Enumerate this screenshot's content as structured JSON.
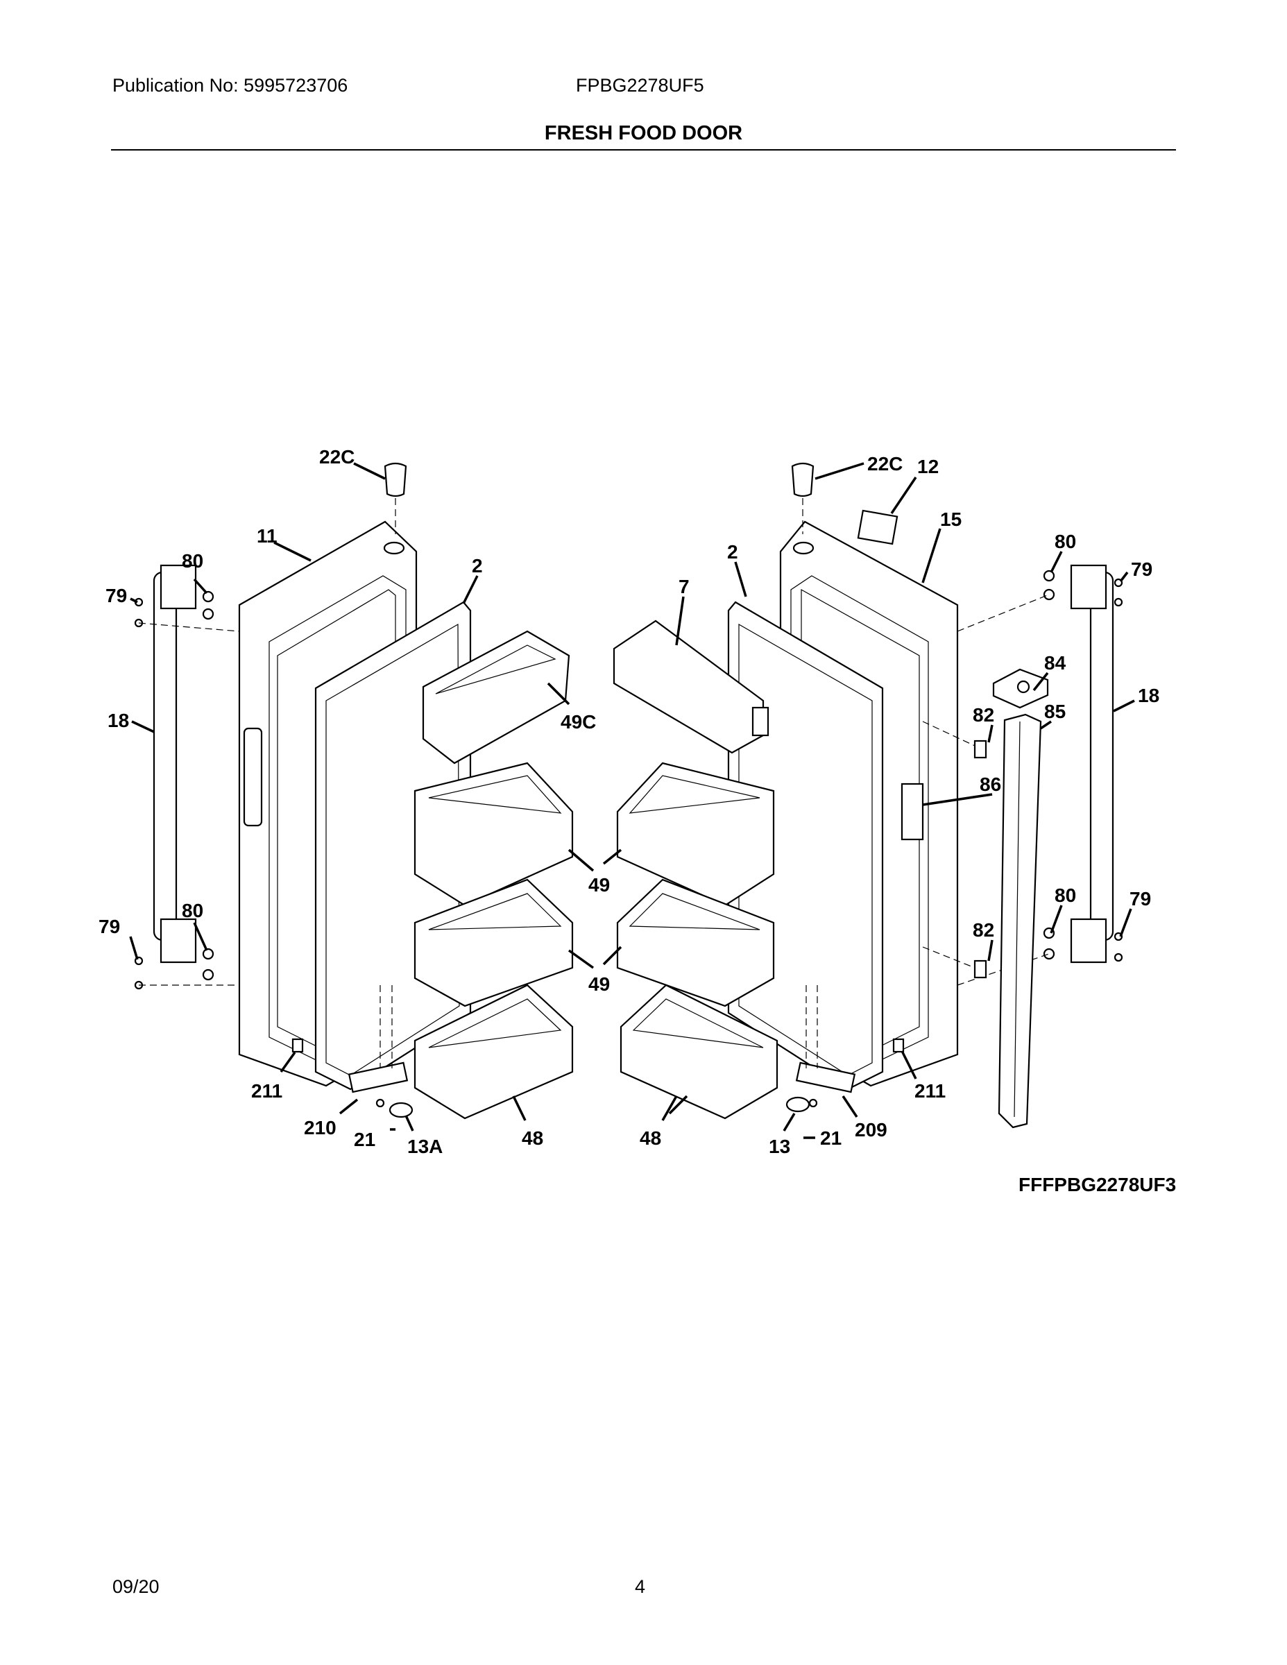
{
  "header": {
    "publication": "Publication No: 5995723706",
    "model": "FPBG2278UF5",
    "title": "FRESH FOOD DOOR"
  },
  "diagram": {
    "figure_id": "FFFPBG2278UF3",
    "callouts": {
      "left_22c": "22C",
      "left_11": "11",
      "left_2": "2",
      "left_79_top": "79",
      "left_80_top": "80",
      "left_18": "18",
      "left_79_bot": "79",
      "left_80_bot": "80",
      "left_211": "211",
      "left_210": "210",
      "left_21": "21",
      "left_13a": "13A",
      "left_48": "48",
      "bin_49c": "49C",
      "bin_49_upper": "49",
      "bin_49_lower": "49",
      "right_22c": "22C",
      "right_12": "12",
      "right_15": "15",
      "right_2": "2",
      "right_7": "7",
      "right_80_top": "80",
      "right_79_top": "79",
      "right_84": "84",
      "right_82_top": "82",
      "right_85": "85",
      "right_18": "18",
      "right_86": "86",
      "right_80_bot": "80",
      "right_79_bot": "79",
      "right_82_bot": "82",
      "right_211": "211",
      "right_209": "209",
      "right_21": "21",
      "right_13": "13",
      "right_48": "48"
    }
  },
  "footer": {
    "date": "09/20",
    "page": "4"
  }
}
